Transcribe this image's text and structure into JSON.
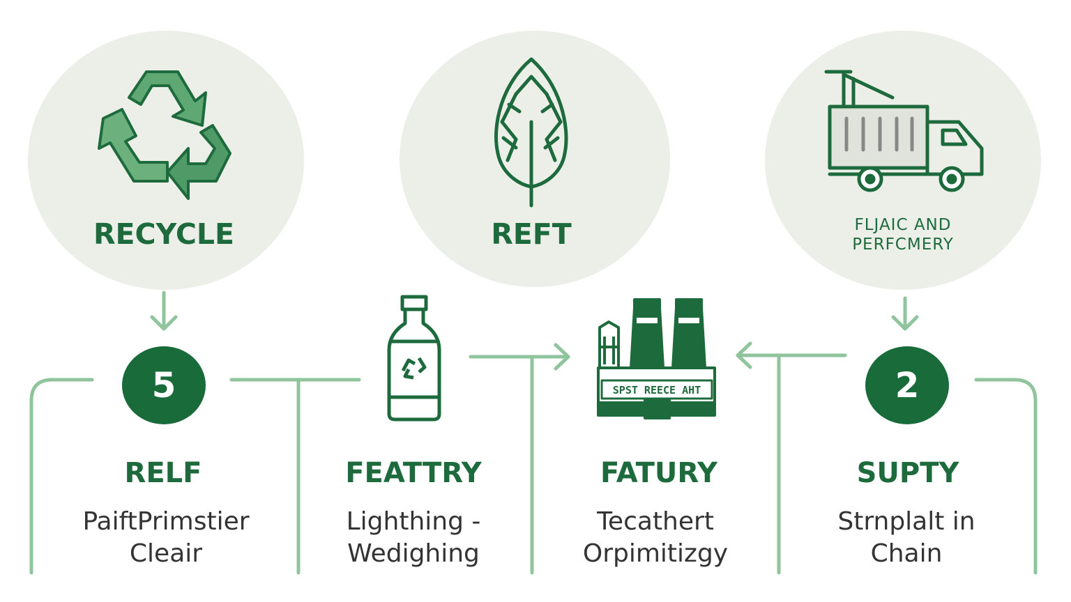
{
  "colors": {
    "dark_green": "#1a6b3a",
    "light_green": "#8fc49c",
    "circle_bg": "#eceee8",
    "text_dark": "#333333"
  },
  "top_circles": [
    {
      "id": "recycle",
      "icon": "recycle-icon",
      "label_line1": "RECYCLE",
      "label_line2": ""
    },
    {
      "id": "reft",
      "icon": "leaf-icon",
      "label_line1": "REFT",
      "label_line2": ""
    },
    {
      "id": "truck",
      "icon": "truck-icon",
      "label_line1": "FLJAIC AND",
      "label_line2": "PERFCMERY"
    }
  ],
  "middle_icons": [
    {
      "id": "bottle",
      "icon": "bottle-icon"
    },
    {
      "id": "factory",
      "icon": "factory-icon",
      "sign_text": "SPST REECE AHT"
    }
  ],
  "badges": [
    {
      "id": "badge-left",
      "value": "5"
    },
    {
      "id": "badge-right",
      "value": "2"
    }
  ],
  "columns": [
    {
      "title": "RELF",
      "desc_line1": "PaiftPrimstier",
      "desc_line2": "Cleair"
    },
    {
      "title": "FEATTRY",
      "desc_line1": "Lighthing -",
      "desc_line2": "Wedighing"
    },
    {
      "title": "FATURY",
      "desc_line1": "Tecathert",
      "desc_line2": "Orpimitizgy"
    },
    {
      "title": "SUPTY",
      "desc_line1": "Strnplalt in",
      "desc_line2": "Chain"
    }
  ]
}
